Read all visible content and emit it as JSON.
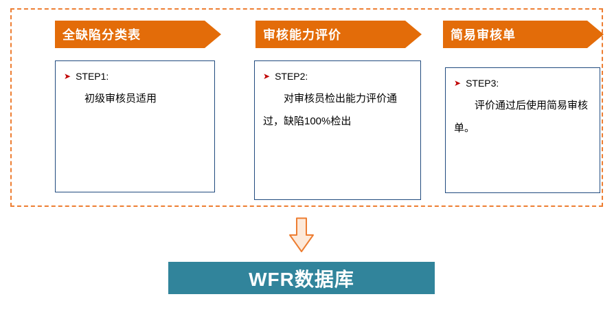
{
  "columns": [
    {
      "banner": "全缺陷分类表",
      "step_label": "STEP1:",
      "body": "初级审核员适用"
    },
    {
      "banner": "审核能力评价",
      "step_label": "STEP2:",
      "body": "对审核员检出能力评价通过，缺陷100%检出"
    },
    {
      "banner": "简易审核单",
      "step_label": "STEP3:",
      "body": "评价通过后使用简易审核单。"
    }
  ],
  "bullet_glyph": "➤",
  "footer": {
    "label": "WFR数据库"
  },
  "colors": {
    "banner_orange": "#E36C09",
    "dashed_border_orange": "#ED7D31",
    "box_border_blue": "#1F497D",
    "bullet_red": "#C00000",
    "down_arrow_fill": "#FDE9D9",
    "down_arrow_stroke": "#ED7D31",
    "footer_teal": "#31849B",
    "footer_text": "#FFFFFF"
  }
}
